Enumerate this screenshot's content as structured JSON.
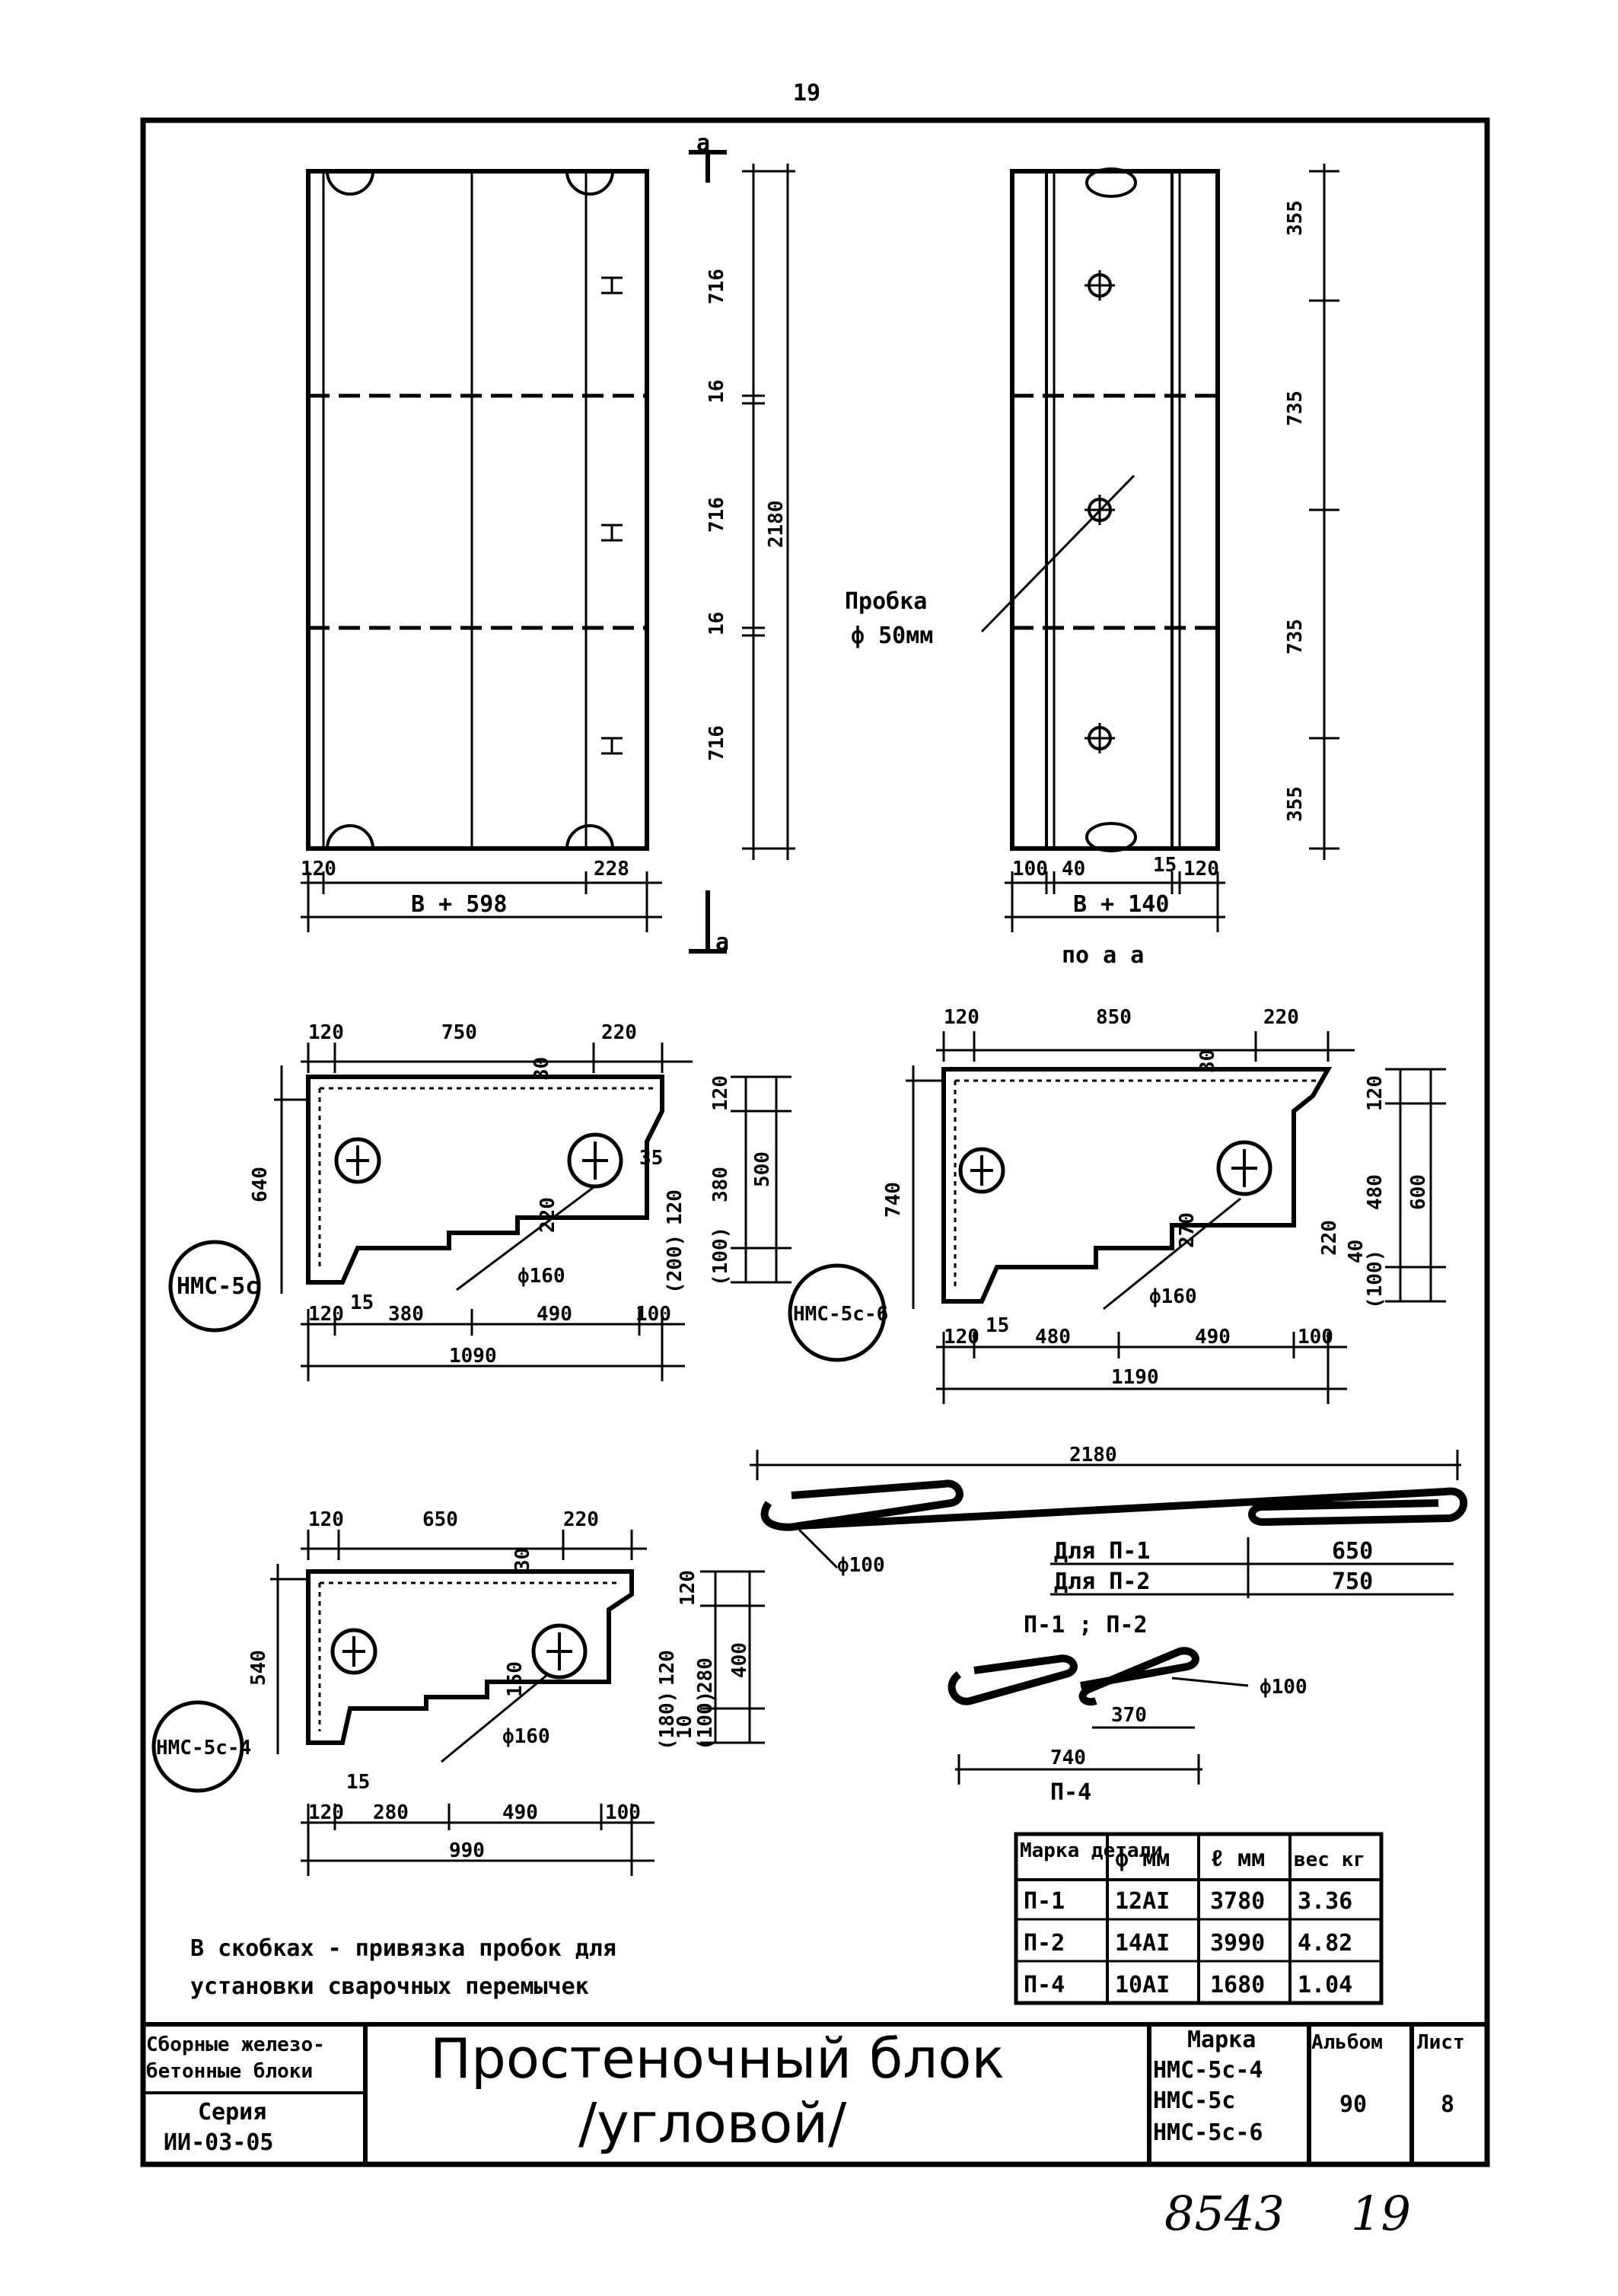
{
  "page_number": "19",
  "section_marks": {
    "top": "a",
    "bottom": "a"
  },
  "elevation_left": {
    "heights": [
      "716",
      "16",
      "716",
      "16",
      "716"
    ],
    "total_height": "2180",
    "widths": [
      "120",
      "228"
    ],
    "width_total": "B + 598",
    "hole_labels": [
      "I",
      "I",
      "I"
    ]
  },
  "elevation_right": {
    "heights": [
      "355",
      "735",
      "735",
      "355"
    ],
    "widths": [
      "100",
      "40",
      "15",
      "120"
    ],
    "width_total": "B + 140",
    "section_label": "по а а",
    "plug_label": "Пробка",
    "plug_size": "ф 50мм"
  },
  "sections": [
    {
      "mark": "НМС-5с",
      "top_dims": [
        "120",
        "750",
        "220"
      ],
      "bottom_dims": [
        "120",
        "380",
        "490",
        "100"
      ],
      "bottom_total": "1090",
      "height_total": "640",
      "right_dims": [
        "120",
        "380",
        "(100)"
      ],
      "right_total": "500",
      "inner_dims": [
        "30",
        "220",
        "15",
        "(200)",
        "120",
        "35"
      ],
      "bar_dia": "ф160"
    },
    {
      "mark": "НМС-5с-6",
      "top_dims": [
        "120",
        "850",
        "220"
      ],
      "bottom_dims": [
        "120",
        "480",
        "490",
        "100"
      ],
      "bottom_total": "1190",
      "height_total": "740",
      "right_dims": [
        "120",
        "480",
        "(100)"
      ],
      "right_total": "600",
      "inner_dims": [
        "30",
        "270",
        "15",
        "220",
        "40"
      ],
      "bar_dia": "ф160"
    },
    {
      "mark": "НМС-5с-4",
      "top_dims": [
        "120",
        "650",
        "220"
      ],
      "bottom_dims": [
        "120",
        "280",
        "490",
        "100"
      ],
      "bottom_total": "990",
      "height_total": "540",
      "right_dims": [
        "120",
        "280",
        "(100)"
      ],
      "right_total": "400",
      "inner_dims": [
        "30",
        "150",
        "15",
        "(180)",
        "120",
        "10"
      ],
      "bar_dia": "ф160"
    }
  ],
  "bars": {
    "long_length": "2180",
    "long_label": "П-1 ; П-2",
    "long_dia": "ф100",
    "length_table": [
      {
        "for": "Для П-1",
        "value": "650"
      },
      {
        "for": "Для П-2",
        "value": "750"
      }
    ],
    "short_label": "П-4",
    "short_dims": [
      "370",
      "740"
    ],
    "short_dia": "ф100"
  },
  "spec_table": {
    "headers": [
      "Марка детали",
      "ф мм",
      "ℓ мм",
      "вес кг"
    ],
    "rows": [
      [
        "П-1",
        "12AI",
        "3780",
        "3.36"
      ],
      [
        "П-2",
        "14AI",
        "3990",
        "4.82"
      ],
      [
        "П-4",
        "10AI",
        "1680",
        "1.04"
      ]
    ]
  },
  "note": {
    "line1": "В скобках - привязка пробок для",
    "line2": "установки сварочных перемычек"
  },
  "title_block": {
    "project_line1": "Сборные железо-",
    "project_line2": "бетонные блоки",
    "series_label": "Серия",
    "series_value": "ИИ-03-05",
    "title_line1": "Простеночный блок",
    "title_line2": "/угловой/",
    "mark_label": "Марка",
    "marks": [
      "НМС-5с-4",
      "НМС-5с",
      "НМС-5с-6"
    ],
    "album_label": "Альбом",
    "album_value": "90",
    "sheet_label": "Лист",
    "sheet_value": "8"
  },
  "handwritten": {
    "number": "8543",
    "page": "19"
  }
}
